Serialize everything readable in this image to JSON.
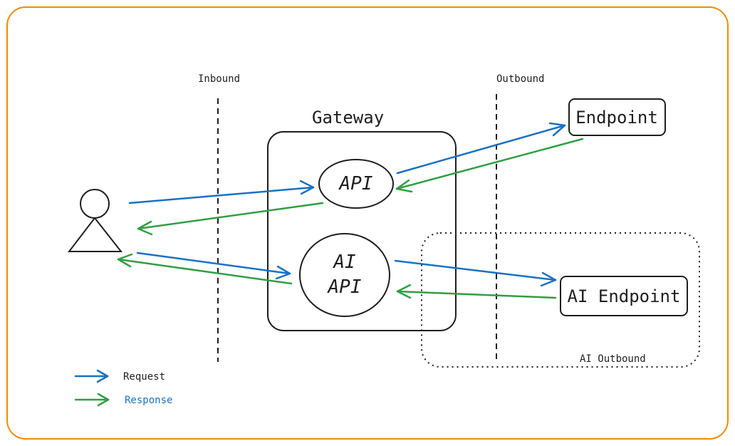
{
  "colors": {
    "frame": "#f08c00",
    "ink": "#1e1e1e",
    "request": "#1971c2",
    "response": "#2f9e44",
    "legend_response_text": "#1971c2"
  },
  "zones": {
    "inbound": "Inbound",
    "outbound": "Outbound",
    "ai_outbound": "AI Outbound"
  },
  "gateway": {
    "title": "Gateway",
    "api": "API",
    "ai_api_line1": "AI",
    "ai_api_line2": "API"
  },
  "endpoints": {
    "endpoint": "Endpoint",
    "ai_endpoint": "AI Endpoint"
  },
  "actors": {
    "user": "user-icon"
  },
  "legend": {
    "request": "Request",
    "response": "Response"
  }
}
